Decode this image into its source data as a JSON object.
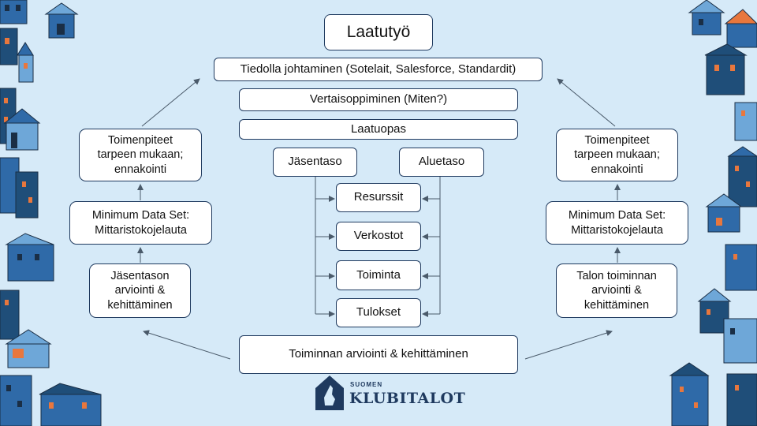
{
  "colors": {
    "background": "#d6eaf8",
    "box_fill": "#ffffff",
    "box_border": "#1f3a5f",
    "arrow": "#4a5a6a",
    "house_dark": "#1f4e79",
    "house_mid": "#2f6aa8",
    "house_light": "#6ea7d8",
    "window": "#e8773d"
  },
  "diagram": {
    "title": "Laatutyö",
    "level1": "Tiedolla johtaminen (Sotelait, Salesforce, Standardit)",
    "level2": "Vertaisoppiminen (Miten?)",
    "level3": "Laatuopas",
    "branch_left": "Jäsentaso",
    "branch_right": "Aluetaso",
    "items": [
      "Resurssit",
      "Verkostot",
      "Toiminta",
      "Tulokset"
    ],
    "bottom": "Toiminnan arviointi & kehittäminen",
    "left_cycle": [
      "Toimenpiteet\ntarpeen mukaan;\nennakointi",
      "Minimum Data Set:\nMittaristokojelauta",
      "Jäsentason\narviointi &\nkehittäminen"
    ],
    "right_cycle": [
      "Toimenpiteet\ntarpeen mukaan;\nennakointi",
      "Minimum Data Set:\nMittaristokojelauta",
      "Talon toiminnan\narviointi &\nkehittäminen"
    ]
  },
  "logo": {
    "small_text": "SUOMEN",
    "big_text": "KLUBITALOT",
    "icon": "house-finland-map-icon"
  }
}
